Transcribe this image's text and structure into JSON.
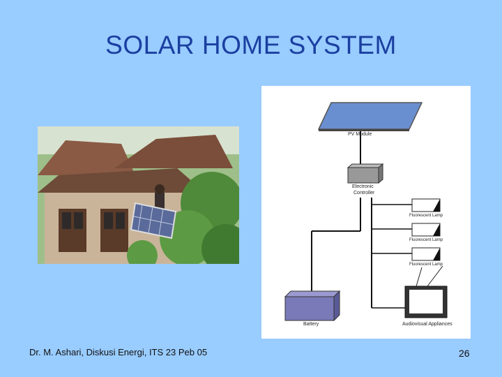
{
  "slide": {
    "title": "SOLAR HOME SYSTEM",
    "footer": "Dr. M. Ashari, Diskusi Energi, ITS 23 Peb 05",
    "page_number": "26"
  },
  "diagram": {
    "pv_module": "PV Module",
    "controller_line1": "Electronic",
    "controller_line2": "Controller",
    "lamp_1": "Fluorescent Lamp",
    "lamp_2": "Fluorescent Lamp",
    "lamp_3": "Fluorescent Lamp",
    "battery": "Battery",
    "appliance": "Audiovisual Appliances"
  },
  "colors": {
    "background": "#99ccff",
    "title": "#1a3fa0",
    "battery": "#7a7ab8",
    "panel": "#6a8fd0"
  }
}
